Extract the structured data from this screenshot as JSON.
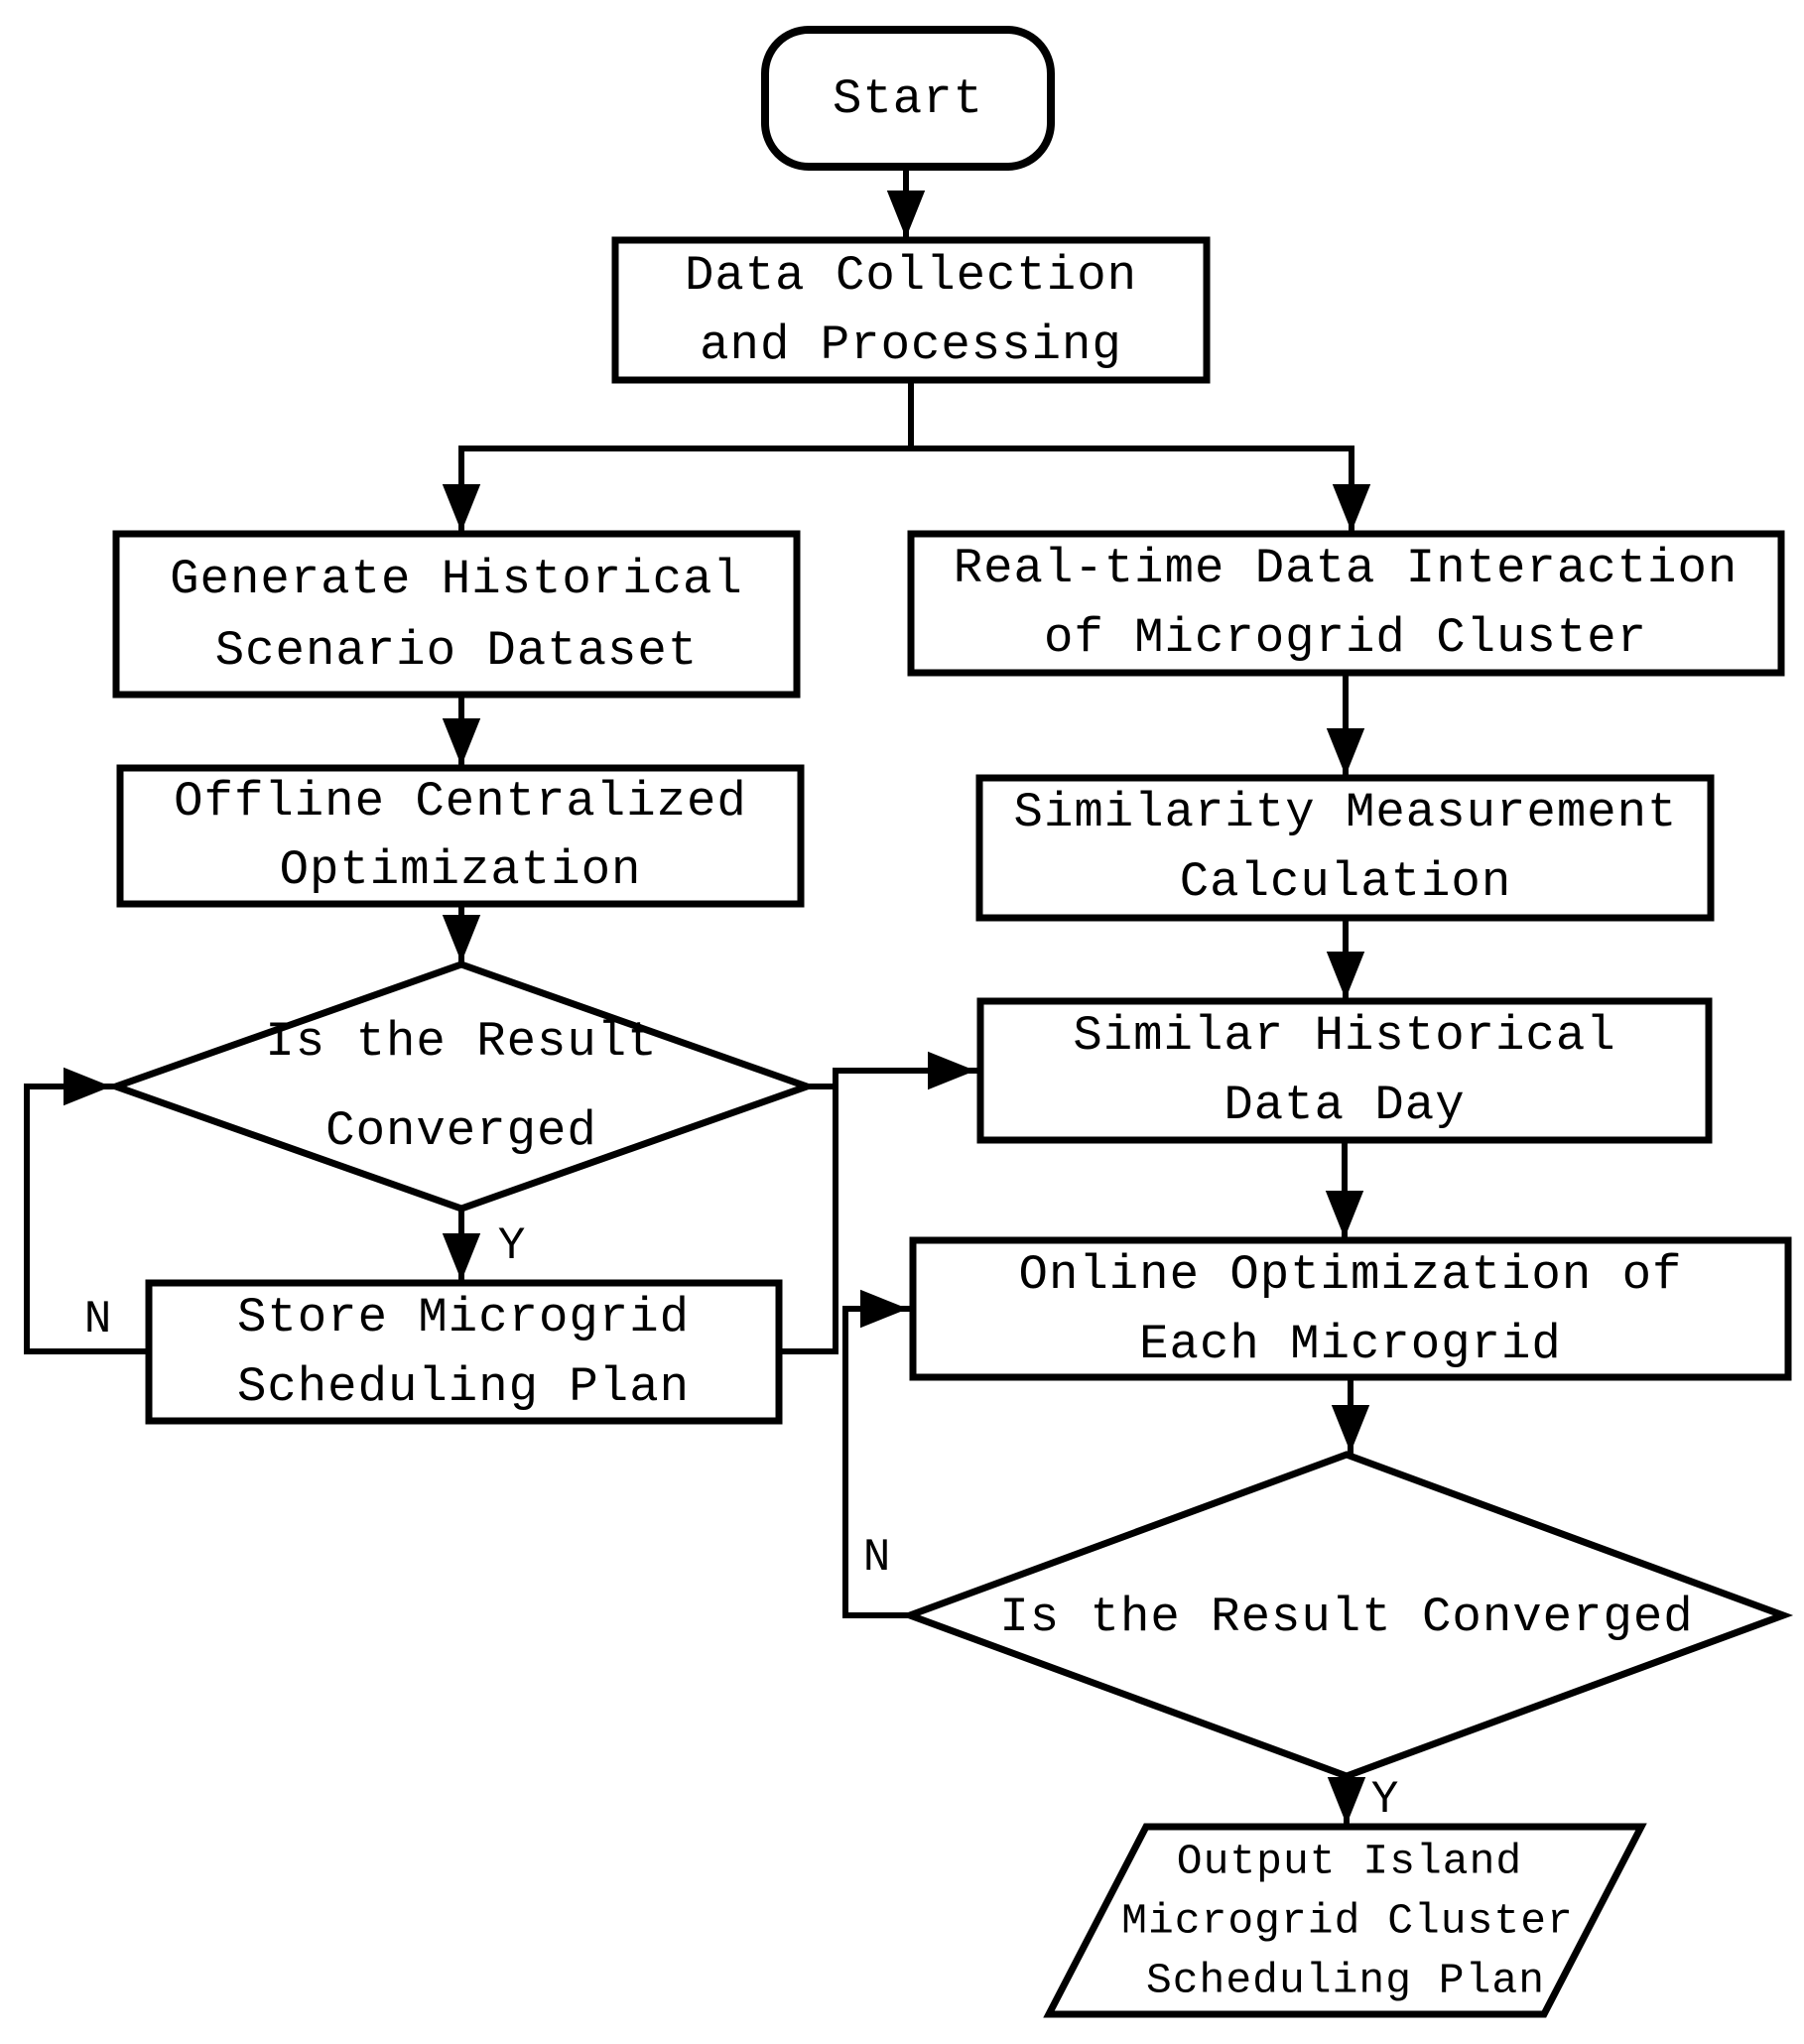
{
  "diagram": {
    "type": "flowchart",
    "background_color": "#ffffff",
    "ink_color": "#000000"
  },
  "nodes": {
    "start": {
      "shape": "terminator",
      "lines": [
        "Start"
      ]
    },
    "data_collection": {
      "shape": "process",
      "lines": [
        "Data Collection",
        "and Processing"
      ]
    },
    "generate_historical": {
      "shape": "process",
      "lines": [
        "Generate Historical",
        "Scenario Dataset"
      ]
    },
    "realtime_data": {
      "shape": "process",
      "lines": [
        "Real-time Data Interaction",
        "of Microgrid Cluster"
      ]
    },
    "offline_centralized": {
      "shape": "process",
      "lines": [
        "Offline Centralized",
        "Optimization"
      ]
    },
    "similarity_measurement": {
      "shape": "process",
      "lines": [
        "Similarity Measurement",
        "Calculation"
      ]
    },
    "left_converged": {
      "shape": "decision",
      "lines": [
        "Is the Result",
        "Converged"
      ]
    },
    "similar_historical": {
      "shape": "process",
      "lines": [
        "Similar Historical",
        "Data Day"
      ]
    },
    "store_plan": {
      "shape": "process",
      "lines": [
        "Store Microgrid",
        "Scheduling Plan"
      ]
    },
    "online_optimization": {
      "shape": "process",
      "lines": [
        "Online Optimization of",
        "Each Microgrid"
      ]
    },
    "right_converged": {
      "shape": "decision",
      "lines": [
        "Is the Result Converged"
      ]
    },
    "output_plan": {
      "shape": "parallelogram",
      "lines": [
        "Output Island",
        "Microgrid Cluster",
        "Scheduling Plan"
      ]
    }
  },
  "edge_labels": {
    "left_yes": "Y",
    "left_no": "N",
    "right_yes": "Y",
    "right_no": "N"
  }
}
